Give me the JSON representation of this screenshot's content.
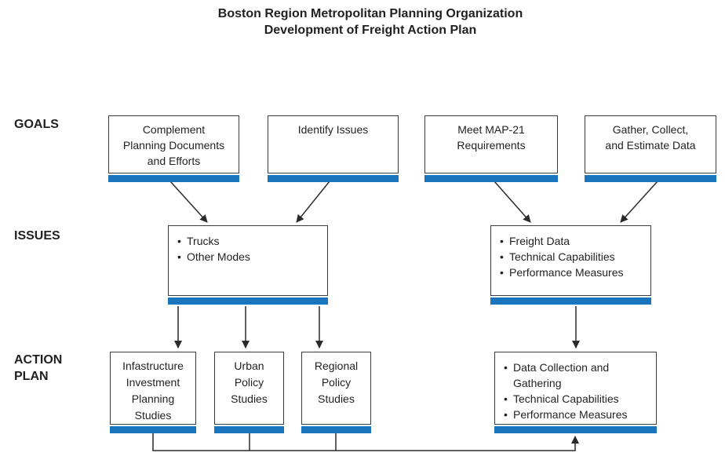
{
  "title": {
    "line1": "Boston Region Metropolitan Planning Organization",
    "line2": "Development of Freight Action Plan"
  },
  "colors": {
    "accent_blue": "#1b75bc",
    "box_border": "#3b3b3b",
    "connector": "#2b2b2b",
    "text": "#231f20"
  },
  "rows": {
    "goals": {
      "label": "GOALS",
      "boxes": [
        {
          "lines": [
            "Complement",
            "Planning Documents",
            "and Efforts"
          ]
        },
        {
          "lines": [
            "Identify Issues"
          ]
        },
        {
          "lines": [
            "Meet MAP-21",
            "Requirements"
          ]
        },
        {
          "lines": [
            "Gather, Collect,",
            "and Estimate Data"
          ]
        }
      ]
    },
    "issues": {
      "label": "ISSUES",
      "boxes": [
        {
          "bullets": [
            "Trucks",
            "Other Modes"
          ]
        },
        {
          "bullets": [
            "Freight Data",
            "Technical Capabilities",
            "Performance Measures"
          ]
        }
      ]
    },
    "action_plan": {
      "label_lines": [
        "ACTION",
        "PLAN"
      ],
      "boxes": [
        {
          "lines": [
            "Infastructure",
            "Investment",
            "Planning",
            "Studies"
          ]
        },
        {
          "lines": [
            "Urban",
            "Policy",
            "Studies"
          ]
        },
        {
          "lines": [
            "Regional",
            "Policy",
            "Studies"
          ]
        },
        {
          "bullets": [
            "Data Collection and Gathering",
            "Technical Capabilities",
            "Performance Measures"
          ]
        }
      ]
    }
  }
}
